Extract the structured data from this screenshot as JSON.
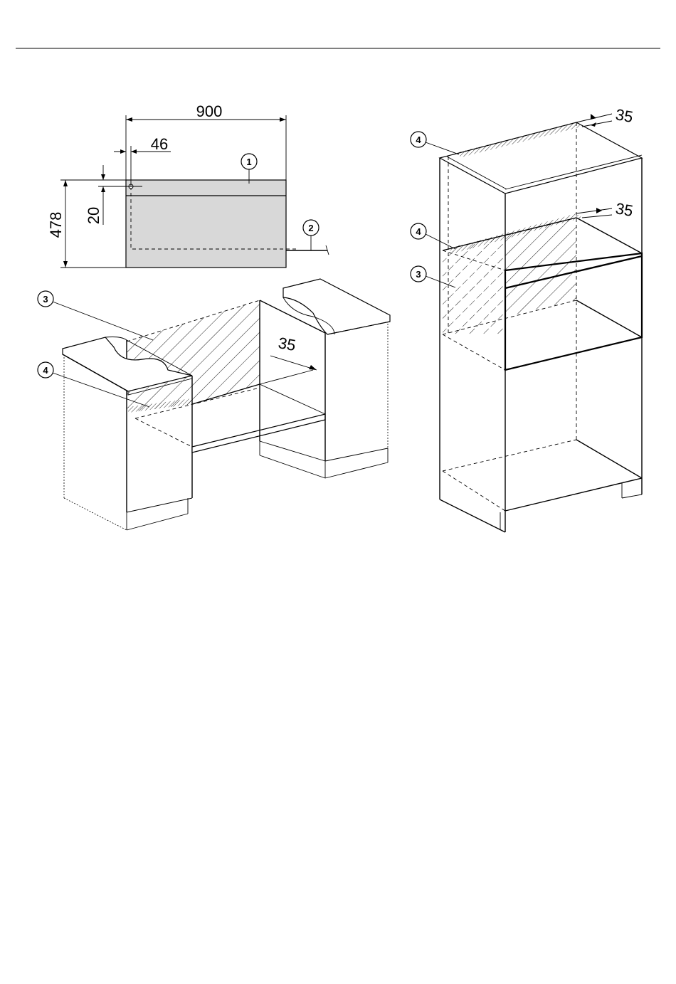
{
  "dimensions": {
    "width": "900",
    "offset_left": "46",
    "height": "478",
    "offset_top": "20",
    "depth_counter": "35",
    "depth_tall_top": "35",
    "depth_tall_mid": "35"
  },
  "callouts": {
    "c1": "1",
    "c2": "2",
    "c3_counter": "3",
    "c4_counter": "4",
    "c4_tall_top": "4",
    "c4_tall_mid": "4",
    "c3_tall": "3"
  }
}
